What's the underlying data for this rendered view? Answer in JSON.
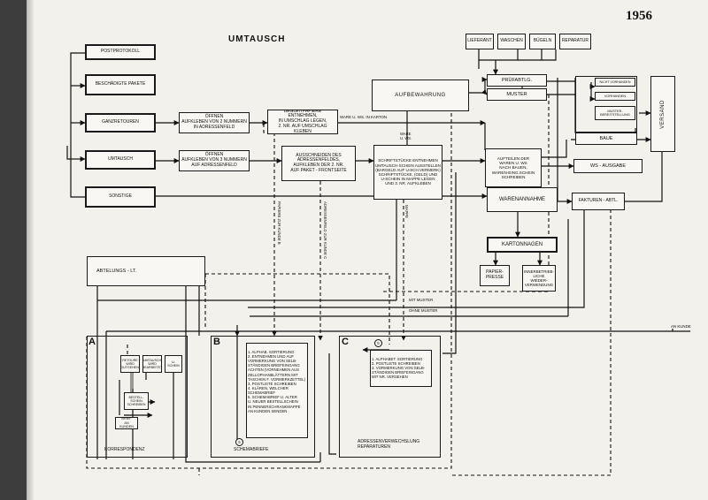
{
  "header": {
    "title": "UMTAUSCH",
    "year": "1956"
  },
  "inputs": {
    "postprotokoll": "POSTPROTOKOLL",
    "beschaedigte": "BESCHÄDIGTE PAKETE",
    "ganzretouren": "GANZRETOUREN",
    "umtausch": "UMTAUSCH",
    "sonstige": "SONSTIGE"
  },
  "process": {
    "oeffnen1": "ÖFFNEN\nAUFKLEBEN VON 2 NUMMERN\nIN ADRESSENFELD",
    "oeffnen2": "ÖFFNEN\nAUFKLEBEN VON 3 NUMMERN\nAUF ADRESSENFELD",
    "begleitpapiere": "BEGLEITPAPIERE ENTNEHMEN,\nIN UMSCHLAG LEGEN,\n2. NR. AUF UMSCHLAG KLEBEN",
    "ausschneiden": "AUSSCHNEIDEN DES\nADRESSENFELDES,\nAUFKLEBEN DER 2. NR.\nAUF PAKET - FRONTSEITE",
    "schriftstuecke": "SCHRIFTSTÜCKE ENTNEHMEN\nUMTAUSCH-SCHEIN AUSSTELLEN\n(BARGELD AUF U-SCH.VERMERK)\nSCHRIFTSTÜCKE, (GELD) UND\nU-SCHEIN IN MAPPE LEGEN\nUND 3. NR. AUFKLEBEN",
    "aufbewahrung": "AUFBEWAHRUNG",
    "aufteilen": "AUFTEILEN DER\nWAREN U. WS\nNACH BAUEN,\nWAREN-EING.SCHEIN\nSCHREIBEN",
    "warenannahme": "WARENANNAHME",
    "kartonnagen": "KARTONNAGEN",
    "papierpresse": "PAPIER-\nPRESSE",
    "innerbetrieblich": "INNERBETRIEB-\nLICHE\nWIEDER-\nVERWENDUNG"
  },
  "right": {
    "lieferant": "LIEFERANT",
    "waschen": "WASCHEN",
    "buegeln": "BÜGELN",
    "reparatur": "REPARATUR",
    "pruefabtlg": "PRÜFABTLG.",
    "muster": "MUSTER",
    "nicht_vorhanden": "NICHT VORHANDEN",
    "vorhanden": "VORHANDEN",
    "musterbereitstellung": "MUSTER-\nBEREITSTELLUNG",
    "baue": "BAUE",
    "ws_ausgabe": "WS - AUSGABE",
    "fakturen": "FAKTUREN - ABTL.",
    "versand": "VERSAND"
  },
  "labels": {
    "ware_u_ws_in_karton": "WARE U. WS. IN KARTON",
    "ware_u_ws": "WARE\nU. WS.",
    "mit_muster": "MIT MUSTER",
    "ohne_muster": "OHNE MUSTER",
    "an_kunde": "AN KUNDE",
    "papiere_zur_kunde_b": "PAPIERE ZUR KUNDE B",
    "adressenfeld_zur_kunde_c": "ADRESSENFELD ZUR KUNDE C",
    "mappe": "MAPPE"
  },
  "abteilung": "ABTELUNGS - LT.",
  "dept_a": {
    "letter": "A",
    "retoure": "RETOURE\nWIRD\nGUTGEHEN.",
    "umtausch_wird": "UMTAUSCH\nWIRD\nBEARBEITET",
    "u_schein": "U-\nSCHEIN",
    "bestellschein": "BESTELL-\nSCHEIN\nSCHREIBEN",
    "brief": "BRIEF\nAN KUNDEN",
    "caption": "KORRESPONDENZ"
  },
  "dept_b": {
    "letter": "B",
    "items": "1. ALPHAB. SORTIERUNG\n2. ENTNEHMEN UND AUF\n   VORMERKUNG VON SELB-\n   STÄNDIGEN BRIEFEINGANG\n   ACHTEN (VORNEHMEN AUS\n   ZELLOPHANBLÄTTERN MIT\n   TASCHEN F. VORMERKZETTEL)\n3. POSTLISTE SCHREIBEN\n4. KLÄREN, WELCHER\n   SCHEMABRIEF\n5. SCHEMABRIEF U. ALTER\n   U. NEUER BESTELLSCHEIN\n   IN PENNERSCHRANKMAPPE\n   AN KUNDEN SENDEN",
    "caption": "SCHEMABRIEFE",
    "circle": "5"
  },
  "dept_c": {
    "letter": "C",
    "items": "1. ALPHABET. SORTIERUNG\n2. POSTLISTE SCHREIBEN\n3. VORMERKUNG VON SELB-\n   STÄNDIGEN BRIEFEINGANG\n   MIT NR. VERSEHEN",
    "caption": "ADRESSENVERWECHSLUNG\nREPARATUREN",
    "circle": "5"
  }
}
